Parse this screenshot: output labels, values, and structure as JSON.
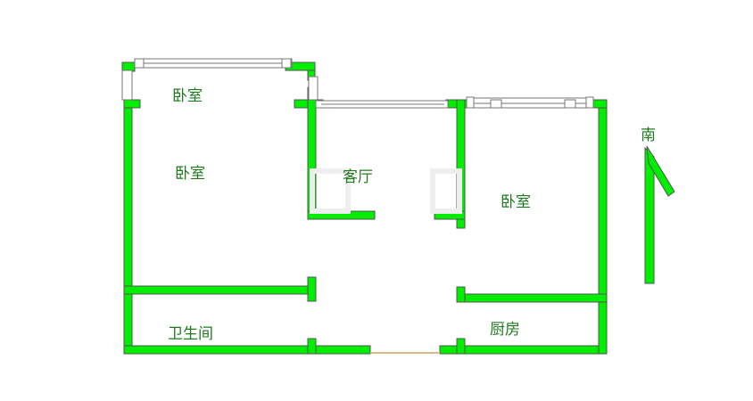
{
  "colors": {
    "wall": "#00ee00",
    "wall_outline": "#555555",
    "label": "#1f7a1f",
    "window": "#888888",
    "door": "#d8b98c",
    "background": "#ffffff"
  },
  "rooms": {
    "bedroom_top": "卧室",
    "bedroom_left": "卧室",
    "living_room": "客厅",
    "bedroom_right": "卧室",
    "bathroom": "卫生间",
    "kitchen": "厨房"
  },
  "compass": {
    "label": "南",
    "icon": "north-arrow-icon"
  }
}
